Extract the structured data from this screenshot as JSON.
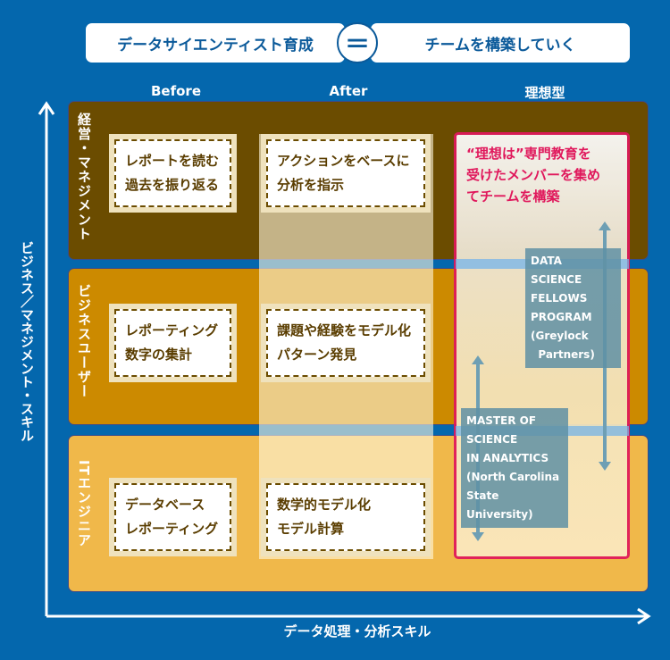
{
  "header": {
    "left": "データサイエンティスト育成",
    "equals": "＝",
    "right": "チームを構築していく"
  },
  "columns": [
    "Before",
    "After",
    "理想型"
  ],
  "rows": [
    {
      "label": "経営・マネジメント",
      "before": [
        "レポートを読む",
        "過去を振り返る"
      ],
      "after": [
        "アクションをベースに",
        "分析を指示"
      ]
    },
    {
      "label": "ビジネスユーザー",
      "before": [
        "レポーティング",
        "数字の集計"
      ],
      "after": [
        "課題や経験をモデル化",
        "パターン発見"
      ]
    },
    {
      "label": "ITエンジニア",
      "before": [
        "データベース",
        "レポーティング"
      ],
      "after": [
        "数学的モデル化",
        "モデル計算"
      ]
    }
  ],
  "ideal": {
    "text": [
      "“理想は”専門教育を",
      "受けたメンバーを集め",
      "てチームを構築"
    ],
    "programs": [
      {
        "lines": [
          "DATA SCIENCE",
          "FELLOWS",
          "PROGRAM",
          "(Greylock",
          "  Partners)"
        ]
      },
      {
        "lines": [
          "MASTER OF",
          "SCIENCE",
          "IN ANALYTICS",
          "(North Carolina",
          "State University)"
        ]
      }
    ]
  },
  "axes": {
    "y_label": "ビジネス／マネジメント・スキル",
    "x_label": "データ処理・分析スキル"
  },
  "colors": {
    "bg": "#0467ad",
    "row1": "#6b4c00",
    "row2": "#cc8a00",
    "row3": "#f0b84a",
    "accent": "#e0185c"
  }
}
